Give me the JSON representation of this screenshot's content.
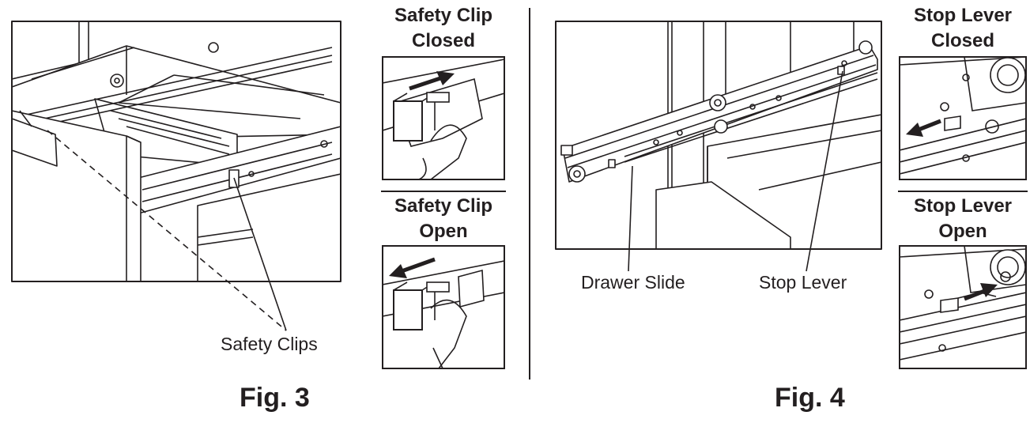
{
  "fig3": {
    "caption": "Fig. 3",
    "callout": "Safety Clips",
    "inset_closed_title": "Safety Clip\nClosed",
    "inset_open_title": "Safety Clip\nOpen"
  },
  "fig4": {
    "caption": "Fig. 4",
    "callout_slide": "Drawer Slide",
    "callout_lever": "Stop Lever",
    "inset_closed_title": "Stop Lever\nClosed",
    "inset_open_title": "Stop Lever\nOpen"
  },
  "colors": {
    "ink": "#231f20",
    "panel": "#ffffff"
  }
}
